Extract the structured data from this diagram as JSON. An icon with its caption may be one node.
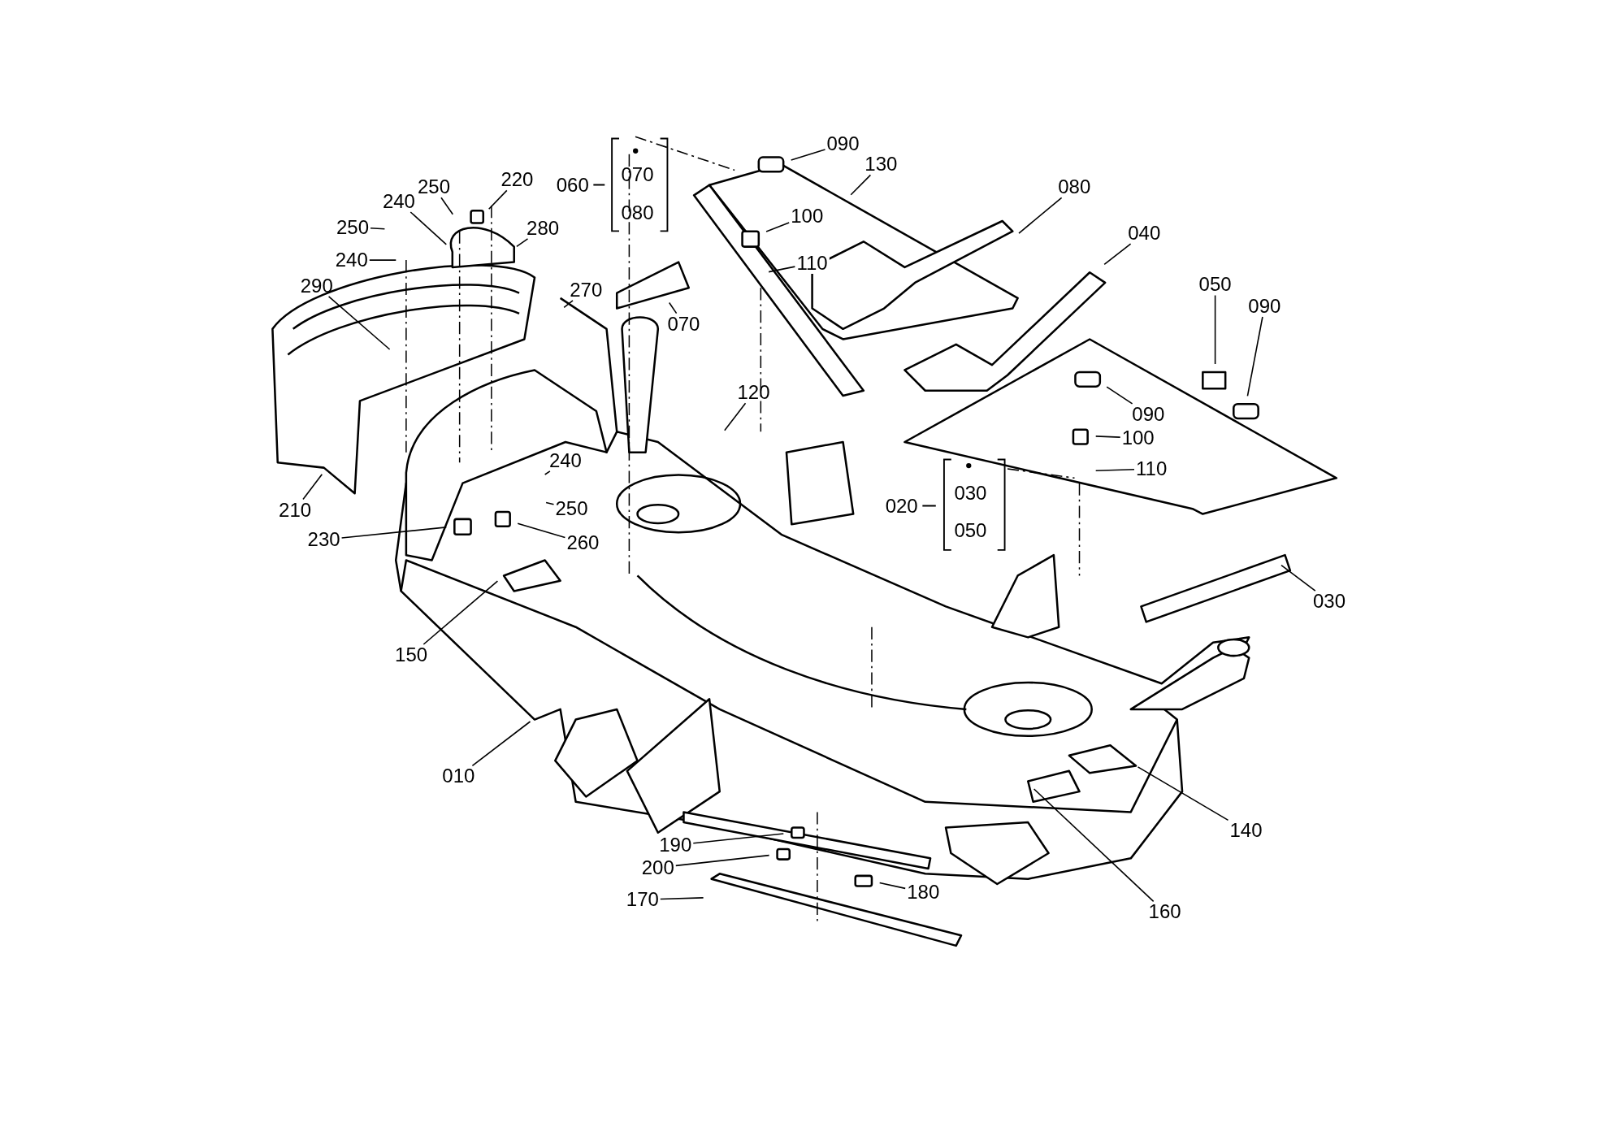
{
  "diagram": {
    "nodes": [
      {
        "text": [
          "090"
        ]
      },
      {
        "text": [
          "130"
        ]
      },
      {
        "text": [
          "060"
        ]
      },
      {
        "text": [
          "070"
        ],
        "in": 2
      },
      {
        "text": [
          "080"
        ],
        "in": 2
      },
      {
        "text": [
          "220"
        ]
      },
      {
        "text": [
          "250"
        ]
      },
      {
        "text": [
          "240"
        ]
      },
      {
        "text": [
          "250"
        ]
      },
      {
        "text": [
          "280"
        ]
      },
      {
        "text": [
          "240"
        ]
      },
      {
        "text": [
          "290"
        ]
      },
      {
        "text": [
          "270"
        ]
      },
      {
        "text": [
          "070"
        ]
      },
      {
        "text": [
          "100"
        ]
      },
      {
        "text": [
          "110"
        ]
      },
      {
        "text": [
          "080"
        ]
      },
      {
        "text": [
          "040"
        ]
      },
      {
        "text": [
          "050"
        ]
      },
      {
        "text": [
          "090"
        ]
      },
      {
        "text": [
          "120"
        ]
      },
      {
        "text": [
          "090"
        ]
      },
      {
        "text": [
          "100"
        ]
      },
      {
        "text": [
          "110"
        ]
      },
      {
        "text": [
          "240"
        ]
      },
      {
        "text": [
          "020"
        ]
      },
      {
        "text": [
          "030"
        ],
        "in": 25
      },
      {
        "text": [
          "050"
        ],
        "in": 25
      },
      {
        "text": [
          "210"
        ]
      },
      {
        "text": [
          "250"
        ]
      },
      {
        "text": [
          "230"
        ]
      },
      {
        "text": [
          "260"
        ]
      },
      {
        "text": [
          "030"
        ]
      },
      {
        "text": [
          "150"
        ]
      },
      {
        "text": [
          "010"
        ]
      },
      {
        "text": [
          "140"
        ]
      },
      {
        "text": [
          "190"
        ]
      },
      {
        "text": [
          "200"
        ]
      },
      {
        "text": [
          "180"
        ]
      },
      {
        "text": [
          "170"
        ]
      },
      {
        "text": [
          "160"
        ]
      }
    ],
    "edges": [
      {
        "from": 0,
        "to": null,
        "arrow": "none"
      },
      {
        "from": 1,
        "to": null,
        "arrow": "none"
      },
      {
        "from": 2,
        "to": null,
        "arrow": "none",
        "style": "dashed"
      },
      {
        "from": 5,
        "to": null,
        "arrow": "none"
      },
      {
        "from": 6,
        "to": null,
        "arrow": "none"
      },
      {
        "from": 7,
        "to": null,
        "arrow": "none"
      },
      {
        "from": 8,
        "to": null,
        "arrow": "none"
      },
      {
        "from": 9,
        "to": null,
        "arrow": "none"
      },
      {
        "from": 10,
        "to": null,
        "arrow": "none"
      },
      {
        "from": 11,
        "to": null,
        "arrow": "none"
      },
      {
        "from": 12,
        "to": null,
        "arrow": "none"
      },
      {
        "from": 13,
        "to": null,
        "arrow": "none"
      },
      {
        "from": 14,
        "to": null,
        "arrow": "none"
      },
      {
        "from": 15,
        "to": null,
        "arrow": "none"
      },
      {
        "from": 16,
        "to": null,
        "arrow": "none"
      },
      {
        "from": 17,
        "to": null,
        "arrow": "none"
      },
      {
        "from": 18,
        "to": null,
        "arrow": "none"
      },
      {
        "from": 19,
        "to": null,
        "arrow": "none"
      },
      {
        "from": 20,
        "to": null,
        "arrow": "none"
      },
      {
        "from": 21,
        "to": null,
        "arrow": "none"
      },
      {
        "from": 22,
        "to": null,
        "arrow": "none"
      },
      {
        "from": 23,
        "to": null,
        "arrow": "none"
      },
      {
        "from": 24,
        "to": null,
        "arrow": "none"
      },
      {
        "from": 25,
        "to": null,
        "arrow": "none",
        "style": "dashed"
      },
      {
        "from": 28,
        "to": null,
        "arrow": "none"
      },
      {
        "from": 29,
        "to": null,
        "arrow": "none"
      },
      {
        "from": 30,
        "to": null,
        "arrow": "none"
      },
      {
        "from": 31,
        "to": null,
        "arrow": "none"
      },
      {
        "from": 32,
        "to": null,
        "arrow": "none"
      },
      {
        "from": 33,
        "to": null,
        "arrow": "none"
      },
      {
        "from": 34,
        "to": null,
        "arrow": "none"
      },
      {
        "from": 35,
        "to": null,
        "arrow": "none"
      },
      {
        "from": 36,
        "to": null,
        "arrow": "none"
      },
      {
        "from": 37,
        "to": null,
        "arrow": "none"
      },
      {
        "from": 38,
        "to": null,
        "arrow": "none"
      },
      {
        "from": 39,
        "to": null,
        "arrow": "none"
      },
      {
        "from": 40,
        "to": null,
        "arrow": "none"
      }
    ]
  }
}
